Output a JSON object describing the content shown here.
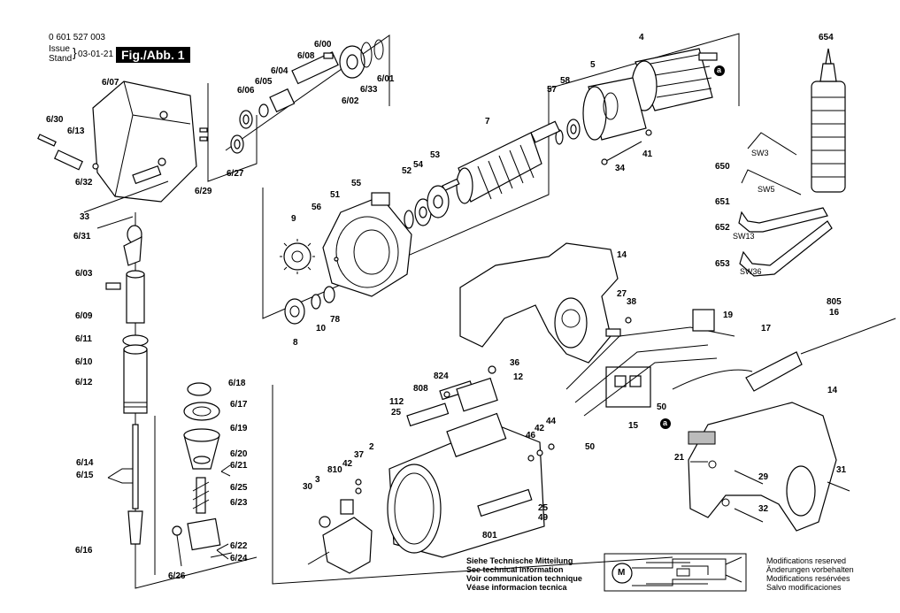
{
  "header": {
    "doc_number": "0 601 527 003",
    "issue_label": "Issue",
    "stand_label": "Stand",
    "date": "03-01-21",
    "figure": "Fig./Abb. 1"
  },
  "part_labels": [
    {
      "id": "p-6-00",
      "text": "6/00"
    },
    {
      "id": "p-6-08",
      "text": "6/08"
    },
    {
      "id": "p-6-04",
      "text": "6/04"
    },
    {
      "id": "p-6-05",
      "text": "6/05"
    },
    {
      "id": "p-6-06",
      "text": "6/06"
    },
    {
      "id": "p-6-07",
      "text": "6/07"
    },
    {
      "id": "p-6-01",
      "text": "6/01"
    },
    {
      "id": "p-6-33",
      "text": "6/33"
    },
    {
      "id": "p-6-02",
      "text": "6/02"
    },
    {
      "id": "p-6-30",
      "text": "6/30"
    },
    {
      "id": "p-6-13",
      "text": "6/13"
    },
    {
      "id": "p-6-32",
      "text": "6/32"
    },
    {
      "id": "p-6-27",
      "text": "6/27"
    },
    {
      "id": "p-6-29",
      "text": "6/29"
    },
    {
      "id": "p-33a",
      "text": "33"
    },
    {
      "id": "p-6-31",
      "text": "6/31"
    },
    {
      "id": "p-6-03",
      "text": "6/03"
    },
    {
      "id": "p-6-09",
      "text": "6/09"
    },
    {
      "id": "p-6-11",
      "text": "6/11"
    },
    {
      "id": "p-6-10",
      "text": "6/10"
    },
    {
      "id": "p-6-12",
      "text": "6/12"
    },
    {
      "id": "p-6-14",
      "text": "6/14"
    },
    {
      "id": "p-6-15",
      "text": "6/15"
    },
    {
      "id": "p-6-16",
      "text": "6/16"
    },
    {
      "id": "p-6-18",
      "text": "6/18"
    },
    {
      "id": "p-6-17",
      "text": "6/17"
    },
    {
      "id": "p-6-19",
      "text": "6/19"
    },
    {
      "id": "p-6-20",
      "text": "6/20"
    },
    {
      "id": "p-6-21",
      "text": "6/21"
    },
    {
      "id": "p-6-25",
      "text": "6/25"
    },
    {
      "id": "p-6-23",
      "text": "6/23"
    },
    {
      "id": "p-6-22",
      "text": "6/22"
    },
    {
      "id": "p-6-24",
      "text": "6/24"
    },
    {
      "id": "p-6-26",
      "text": "6/26"
    },
    {
      "id": "p-4",
      "text": "4"
    },
    {
      "id": "p-5",
      "text": "5"
    },
    {
      "id": "p-57",
      "text": "57"
    },
    {
      "id": "p-58",
      "text": "58"
    },
    {
      "id": "p-7",
      "text": "7"
    },
    {
      "id": "p-34",
      "text": "34"
    },
    {
      "id": "p-41",
      "text": "41"
    },
    {
      "id": "p-52",
      "text": "52"
    },
    {
      "id": "p-54",
      "text": "54"
    },
    {
      "id": "p-53",
      "text": "53"
    },
    {
      "id": "p-51",
      "text": "51"
    },
    {
      "id": "p-55",
      "text": "55"
    },
    {
      "id": "p-9",
      "text": "9"
    },
    {
      "id": "p-56",
      "text": "56"
    },
    {
      "id": "p-10",
      "text": "10"
    },
    {
      "id": "p-78",
      "text": "78"
    },
    {
      "id": "p-8",
      "text": "8"
    },
    {
      "id": "p-654",
      "text": "654"
    },
    {
      "id": "p-650",
      "text": "650"
    },
    {
      "id": "p-651",
      "text": "651"
    },
    {
      "id": "p-652",
      "text": "652"
    },
    {
      "id": "p-653",
      "text": "653"
    },
    {
      "id": "p-sw3",
      "text": "SW3"
    },
    {
      "id": "p-sw5",
      "text": "SW5"
    },
    {
      "id": "p-sw13",
      "text": "SW13"
    },
    {
      "id": "p-sw36",
      "text": "SW36"
    },
    {
      "id": "p-14a",
      "text": "14"
    },
    {
      "id": "p-27",
      "text": "27"
    },
    {
      "id": "p-38",
      "text": "38"
    },
    {
      "id": "p-19",
      "text": "19"
    },
    {
      "id": "p-805",
      "text": "805"
    },
    {
      "id": "p-16",
      "text": "16"
    },
    {
      "id": "p-17",
      "text": "17"
    },
    {
      "id": "p-36",
      "text": "36"
    },
    {
      "id": "p-12",
      "text": "12"
    },
    {
      "id": "p-824",
      "text": "824"
    },
    {
      "id": "p-808",
      "text": "808"
    },
    {
      "id": "p-112",
      "text": "112"
    },
    {
      "id": "p-25a",
      "text": "25"
    },
    {
      "id": "p-50a",
      "text": "50"
    },
    {
      "id": "p-15",
      "text": "15"
    },
    {
      "id": "p-50b",
      "text": "50"
    },
    {
      "id": "p-14b",
      "text": "14"
    },
    {
      "id": "p-44",
      "text": "44"
    },
    {
      "id": "p-42a",
      "text": "42"
    },
    {
      "id": "p-46",
      "text": "46"
    },
    {
      "id": "p-37",
      "text": "37"
    },
    {
      "id": "p-42b",
      "text": "42"
    },
    {
      "id": "p-810",
      "text": "810"
    },
    {
      "id": "p-2",
      "text": "2"
    },
    {
      "id": "p-3",
      "text": "3"
    },
    {
      "id": "p-30",
      "text": "30"
    },
    {
      "id": "p-21",
      "text": "21"
    },
    {
      "id": "p-29",
      "text": "29"
    },
    {
      "id": "p-31",
      "text": "31"
    },
    {
      "id": "p-32",
      "text": "32"
    },
    {
      "id": "p-25b",
      "text": "25"
    },
    {
      "id": "p-49",
      "text": "49"
    },
    {
      "id": "p-801",
      "text": "801"
    },
    {
      "id": "p-a1",
      "text": "a"
    },
    {
      "id": "p-a2",
      "text": "a"
    }
  ],
  "technical_note": [
    "Siehe Technische Mitteilung",
    "See technical information",
    "Voir communication technique",
    "Véase informacion tecnica"
  ],
  "modifications": [
    "Modifications reserved",
    "Änderungen vorbehalten",
    "Modifications resérvées",
    "Salvo modificaciones"
  ],
  "schematic": {
    "motor_symbol": "M"
  }
}
